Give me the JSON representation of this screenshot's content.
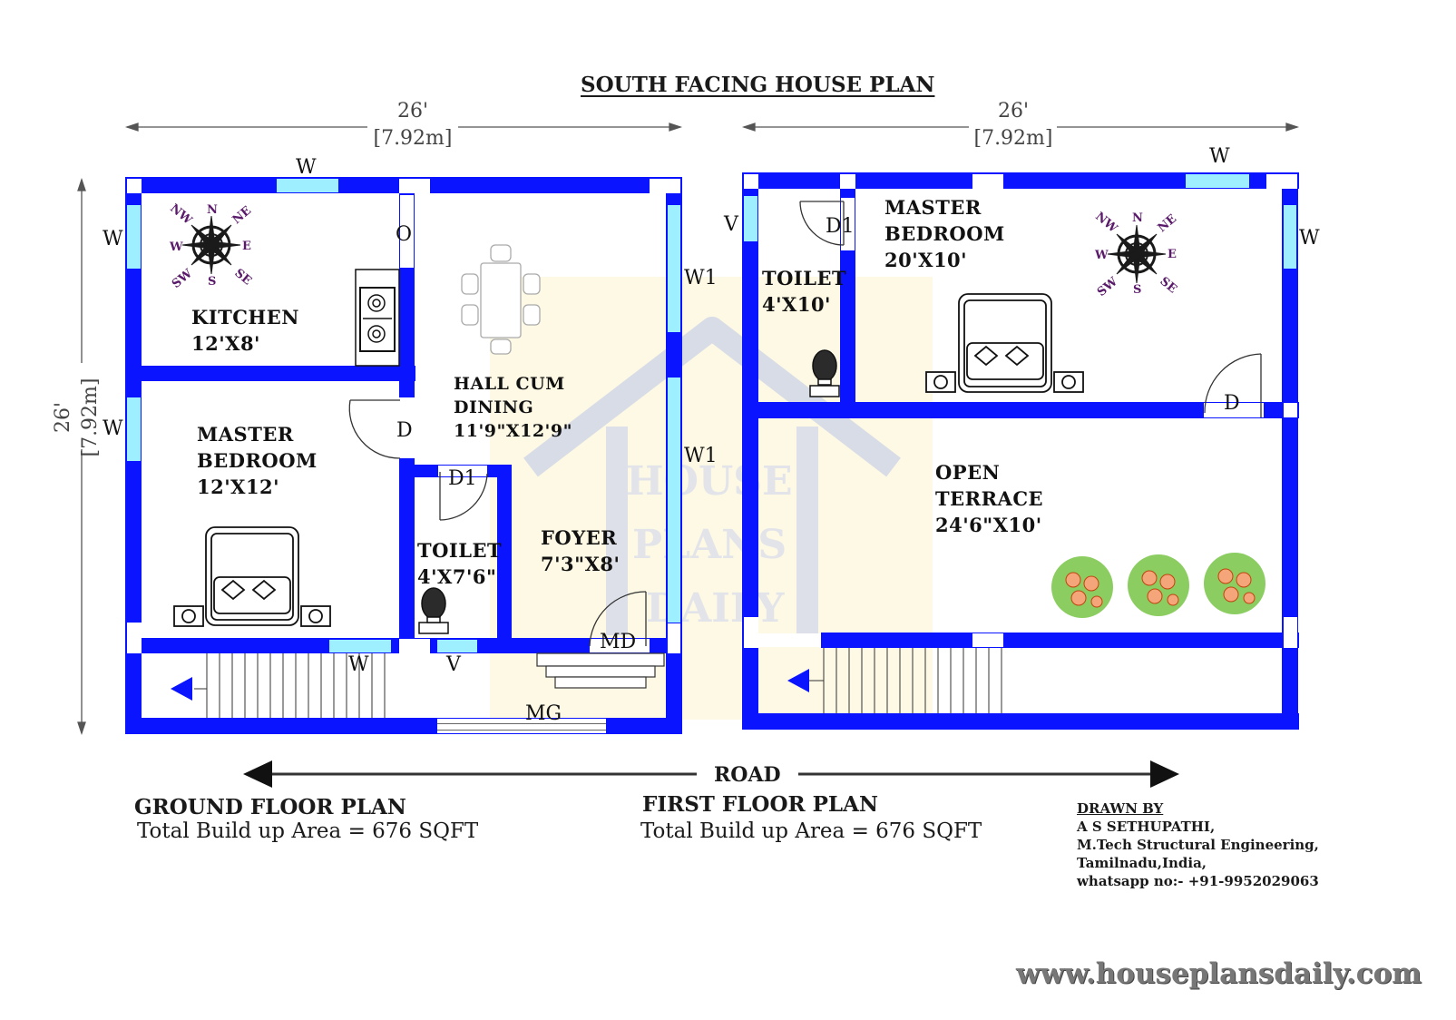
{
  "title": "SOUTH FACING HOUSE PLAN",
  "dimensions": {
    "ground_width_ft": "26'",
    "ground_width_m": "[7.92m]",
    "first_width_ft": "26'",
    "first_width_m": "[7.92m]",
    "ground_depth_ft": "26'",
    "ground_depth_m": "[7.92m]"
  },
  "ground_floor": {
    "kitchen": {
      "name": "KITCHEN",
      "size": "12'X8'"
    },
    "hall": {
      "name1": "HALL CUM",
      "name2": "DINING",
      "size": "11'9\"X12'9\""
    },
    "master_bedroom": {
      "name1": "MASTER",
      "name2": "BEDROOM",
      "size": "12'X12'"
    },
    "toilet": {
      "name": "TOILET",
      "size": "4'X7'6\""
    },
    "foyer": {
      "name": "FOYER",
      "size": "7'3\"X8'"
    },
    "labels": {
      "w_top": "W",
      "w_left_top": "W",
      "w_left_bottom": "W",
      "o": "O",
      "w1_top": "W1",
      "w1_bottom": "W1",
      "d": "D",
      "d1": "D1",
      "w_bottom": "W",
      "v": "V",
      "md": "MD",
      "mg": "MG"
    },
    "plan_title": "GROUND FLOOR PLAN",
    "area": "Total Build up Area = 676 SQFT"
  },
  "first_floor": {
    "toilet": {
      "name": "TOILET",
      "size": "4'X10'"
    },
    "master_bedroom": {
      "name1": "MASTER",
      "name2": "BEDROOM",
      "size": "20'X10'"
    },
    "terrace": {
      "name1": "OPEN",
      "name2": "TERRACE",
      "size": "24'6\"X10'"
    },
    "labels": {
      "v": "V",
      "d1": "D1",
      "w_top": "W",
      "w_right": "W",
      "d": "D"
    },
    "plan_title": "FIRST FLOOR PLAN",
    "area": "Total Build up Area = 676 SQFT"
  },
  "compass": {
    "n": "N",
    "s": "S",
    "e": "E",
    "w": "W",
    "ne": "NE",
    "nw": "NW",
    "se": "SE",
    "sw": "SW"
  },
  "road": "ROAD",
  "credits": {
    "heading": "DRAWN BY",
    "name": "A S SETHUPATHI,",
    "qualification": "M.Tech Structural Engineering,",
    "location": "Tamilnadu,India,",
    "contact": "whatsapp no:- +91-9952029063"
  },
  "watermark": {
    "line1": "HOUSE",
    "line2": "PLANS",
    "line3": "DAILY"
  },
  "website": "www.houseplansdaily.com",
  "colors": {
    "wall": "#0a14ff",
    "window": "#9eefff",
    "watermark_bg": "#fdf9e4"
  }
}
